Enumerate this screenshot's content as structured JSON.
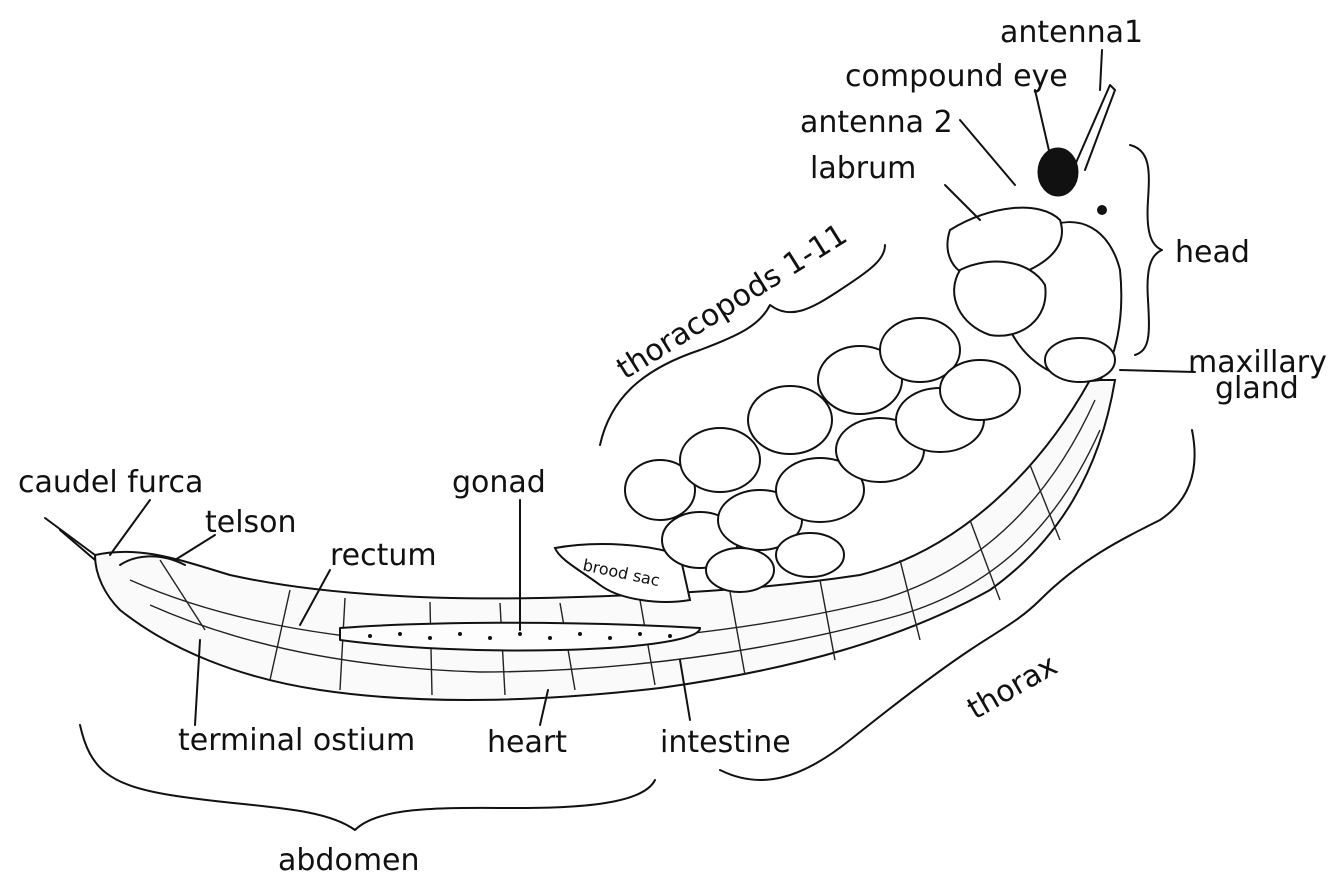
{
  "labels": {
    "antenna1": "antenna1",
    "compound_eye": "compound eye",
    "antenna2": "antenna 2",
    "labrum": "labrum",
    "head": "head",
    "thoracopods": "thoracopods 1-11",
    "maxillary_gland": "maxillary gland",
    "caudal_furca": "caudel furca",
    "telson": "telson",
    "rectum": "rectum",
    "gonad": "gonad",
    "brood_sac": "brood sac",
    "terminal_ostium": "terminal ostium",
    "heart": "heart",
    "intestine": "intestine",
    "thorax": "thorax",
    "abdomen": "abdomen"
  }
}
